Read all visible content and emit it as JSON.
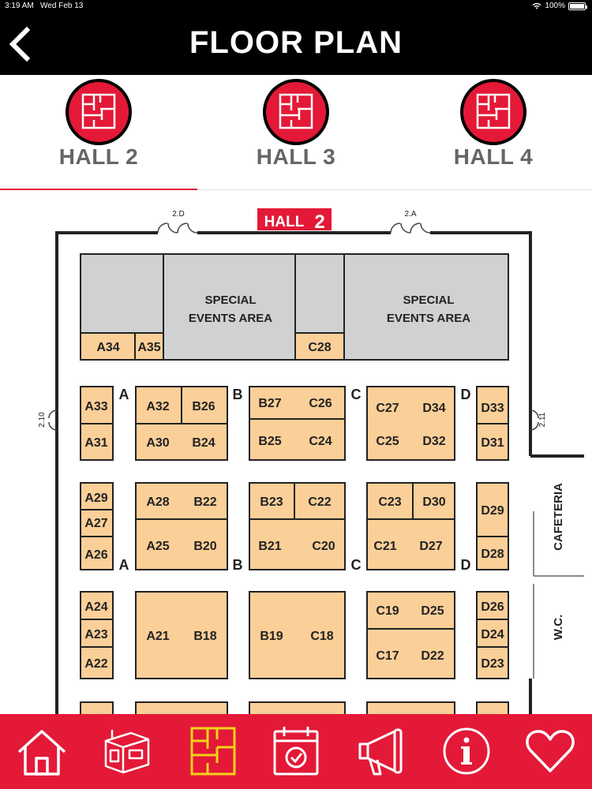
{
  "status": {
    "time": "3:19 AM",
    "date": "Wed Feb 13",
    "battery": "100%"
  },
  "header": {
    "title": "FLOOR PLAN"
  },
  "hall_tabs": [
    {
      "label": "HALL 2",
      "selected": true
    },
    {
      "label": "HALL 3",
      "selected": false
    },
    {
      "label": "HALL 4",
      "selected": false
    }
  ],
  "map": {
    "hall_sign": "HALL",
    "hall_number": "2",
    "doors": {
      "top_left": "2.D",
      "top_right": "2.A",
      "left": "2.10",
      "right": "2.11"
    },
    "special_events_line1": "SPECIAL",
    "special_events_line2": "EVENTS AREA",
    "aisle_letters": [
      "A",
      "B",
      "C",
      "D"
    ],
    "cafeteria": "CAFETERIA",
    "wc": "W.C.",
    "booths": {
      "A34": "A34",
      "A35": "A35",
      "C28": "C28",
      "A33": "A33",
      "A31": "A31",
      "A32": "A32",
      "B26": "B26",
      "A30": "A30",
      "B24": "B24",
      "B27": "B27",
      "C26": "C26",
      "B25": "B25",
      "C24": "C24",
      "C27": "C27",
      "D34": "D34",
      "C25": "C25",
      "D32": "D32",
      "D33": "D33",
      "D31": "D31",
      "A29": "A29",
      "A27": "A27",
      "A26": "A26",
      "A28": "A28",
      "B22": "B22",
      "A25": "A25",
      "B20": "B20",
      "B23": "B23",
      "C22": "C22",
      "B21": "B21",
      "C20": "C20",
      "C23": "C23",
      "D30": "D30",
      "C21": "C21",
      "D27": "D27",
      "D29": "D29",
      "D28": "D28",
      "A24": "A24",
      "A23": "A23",
      "A22": "A22",
      "A21": "A21",
      "B18": "B18",
      "B19": "B19",
      "C18": "C18",
      "C19": "C19",
      "D25": "D25",
      "C17": "C17",
      "D22": "D22",
      "D26": "D26",
      "D24": "D24",
      "D23": "D23"
    }
  },
  "colors": {
    "accent": "#e31937",
    "booth": "#fbcf98",
    "special": "#cfd1d3"
  },
  "bottom_nav": [
    {
      "icon": "home-icon",
      "active": false
    },
    {
      "icon": "exhibitors-icon",
      "active": false
    },
    {
      "icon": "floor-plan-icon",
      "active": true
    },
    {
      "icon": "agenda-icon",
      "active": false
    },
    {
      "icon": "announcements-icon",
      "active": false
    },
    {
      "icon": "info-icon",
      "active": false
    },
    {
      "icon": "favorites-icon",
      "active": false
    }
  ]
}
